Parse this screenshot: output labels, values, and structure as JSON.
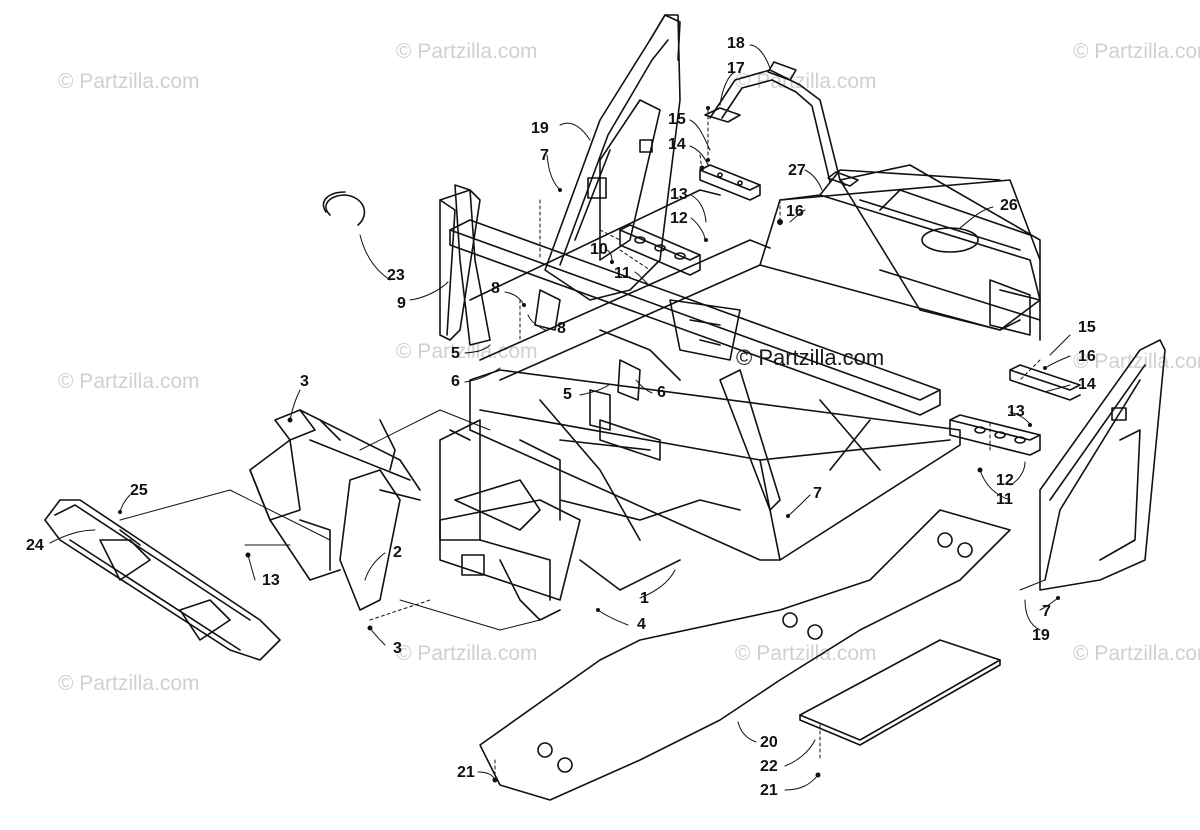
{
  "watermark": {
    "text": "© Partzilla.com"
  },
  "callouts": [
    {
      "id": "c18a",
      "text": "18"
    },
    {
      "id": "c17a",
      "text": "17"
    },
    {
      "id": "c19a",
      "text": "19"
    },
    {
      "id": "c7a",
      "text": "7"
    },
    {
      "id": "c15a",
      "text": "15"
    },
    {
      "id": "c14a",
      "text": "14"
    },
    {
      "id": "c27",
      "text": "27"
    },
    {
      "id": "c16a",
      "text": "16"
    },
    {
      "id": "c26",
      "text": "26"
    },
    {
      "id": "c13a",
      "text": "13"
    },
    {
      "id": "c12a",
      "text": "12"
    },
    {
      "id": "c10",
      "text": "10"
    },
    {
      "id": "c11a",
      "text": "11"
    },
    {
      "id": "c23",
      "text": "23"
    },
    {
      "id": "c9",
      "text": "9"
    },
    {
      "id": "c8a",
      "text": "8"
    },
    {
      "id": "c8b",
      "text": "8"
    },
    {
      "id": "c5a",
      "text": "5"
    },
    {
      "id": "c6a",
      "text": "6"
    },
    {
      "id": "c3a",
      "text": "3"
    },
    {
      "id": "c5b",
      "text": "5"
    },
    {
      "id": "c6b",
      "text": "6"
    },
    {
      "id": "c15b",
      "text": "15"
    },
    {
      "id": "c16b",
      "text": "16"
    },
    {
      "id": "c14b",
      "text": "14"
    },
    {
      "id": "c13b",
      "text": "13"
    },
    {
      "id": "c12b",
      "text": "12"
    },
    {
      "id": "c11b",
      "text": "11"
    },
    {
      "id": "c25",
      "text": "25"
    },
    {
      "id": "c24",
      "text": "24"
    },
    {
      "id": "c13c",
      "text": "13"
    },
    {
      "id": "c2",
      "text": "2"
    },
    {
      "id": "c7b",
      "text": "7"
    },
    {
      "id": "c1",
      "text": "1"
    },
    {
      "id": "c4",
      "text": "4"
    },
    {
      "id": "c3b",
      "text": "3"
    },
    {
      "id": "c7c",
      "text": "7"
    },
    {
      "id": "c19b",
      "text": "19"
    },
    {
      "id": "c20",
      "text": "20"
    },
    {
      "id": "c22",
      "text": "22"
    },
    {
      "id": "c21a",
      "text": "21"
    },
    {
      "id": "c21b",
      "text": "21"
    }
  ]
}
